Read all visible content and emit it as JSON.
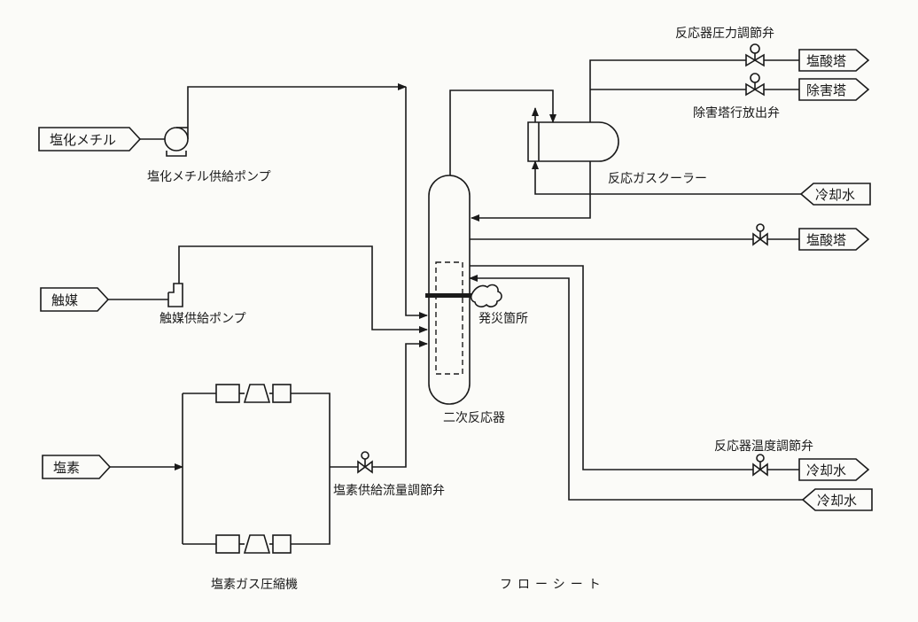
{
  "diagram_title": "フローシート",
  "sources": {
    "methyl_chloride": "塩化メチル",
    "catalyst": "触媒",
    "chlorine": "塩素"
  },
  "destinations": {
    "hcl_tower_top": "塩酸塔",
    "abatement_tower": "除害塔",
    "cooling_water_in": "冷却水",
    "hcl_tower_mid": "塩酸塔",
    "cooling_water_out1": "冷却水",
    "cooling_water_out2": "冷却水"
  },
  "labels": {
    "methyl_chloride_pump": "塩化メチル供給ポンプ",
    "catalyst_pump": "触媒供給ポンプ",
    "chlorine_compressor": "塩素ガス圧縮機",
    "chlorine_flow_valve": "塩素供給流量調節弁",
    "secondary_reactor": "二次反応器",
    "fire_location": "発災箇所",
    "reaction_gas_cooler": "反応ガスクーラー",
    "reactor_pressure_valve": "反応器圧力調節弁",
    "abatement_discharge_valve": "除害塔行放出弁",
    "reactor_temp_valve": "反応器温度調節弁"
  }
}
